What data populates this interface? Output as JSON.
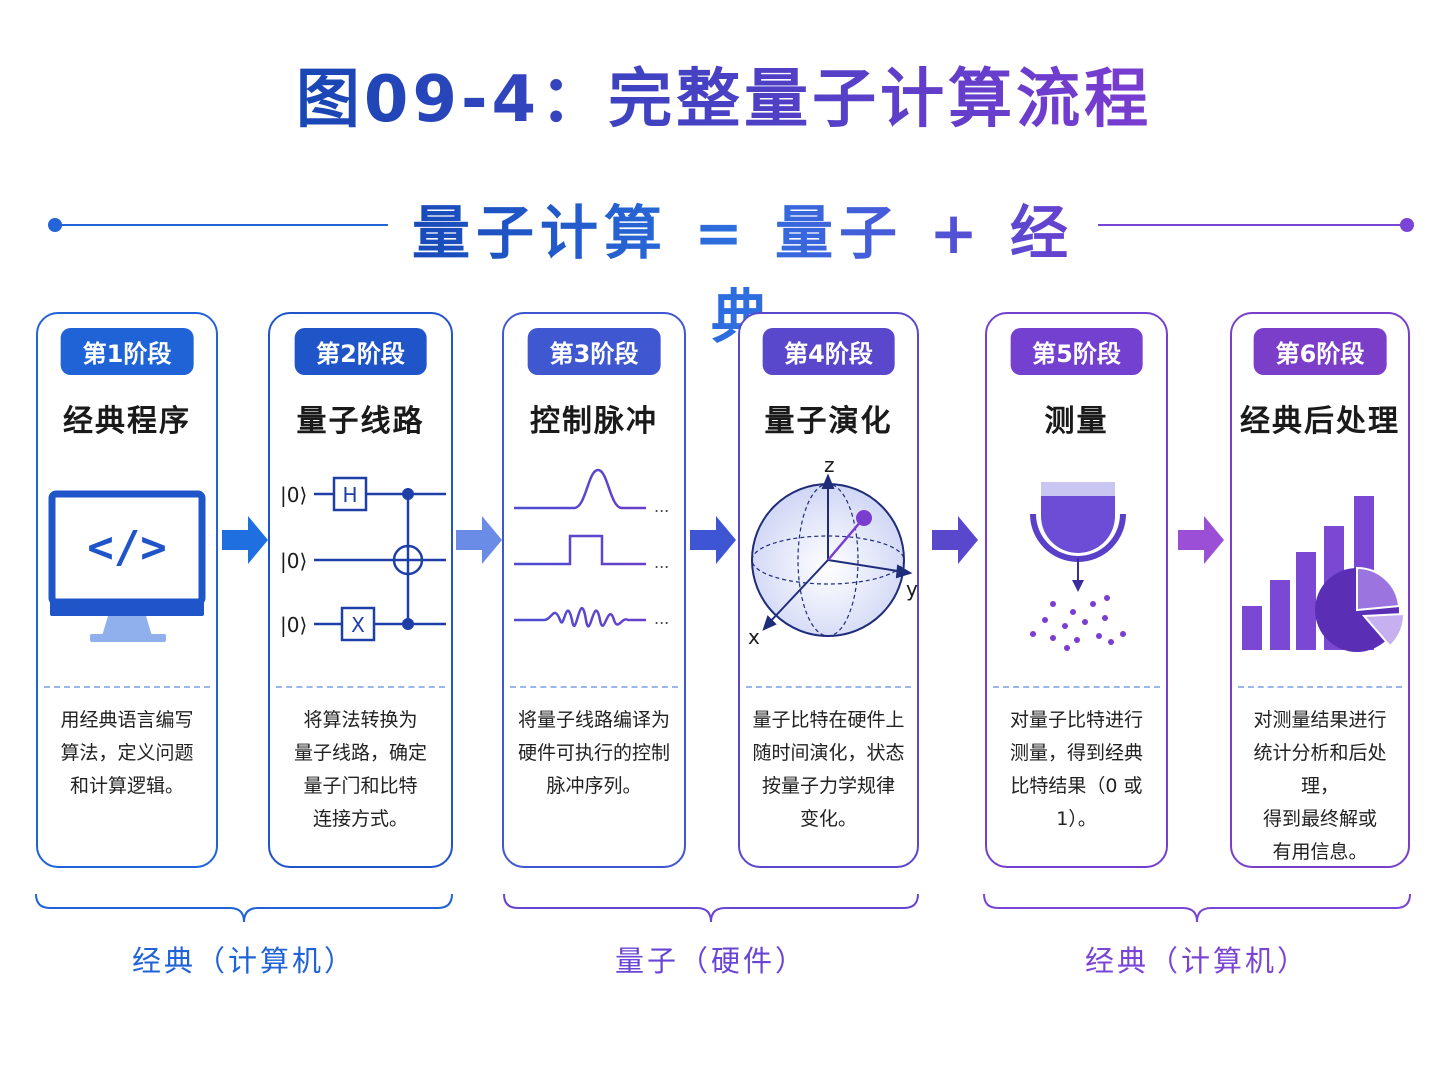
{
  "title": "图09-4：完整量子计算流程",
  "equation": "量子计算 = 量子 + 经典",
  "colors": {
    "stage1": "#1f63d6",
    "stage2": "#1f55c9",
    "stage3": "#3f57d0",
    "stage4": "#5a48cc",
    "stage5": "#7440cf",
    "stage6": "#7a3ec9",
    "classical_group": "#1f63d6",
    "quantum_group": "#7a45d6"
  },
  "stages": [
    {
      "badge": "第1阶段",
      "name": "经典程序",
      "icon": "code-monitor-icon",
      "desc": [
        "用经典语言编写",
        "算法，定义问题",
        "和计算逻辑。"
      ]
    },
    {
      "badge": "第2阶段",
      "name": "量子线路",
      "icon": "quantum-circuit-icon",
      "desc": [
        "将算法转换为",
        "量子线路，确定",
        "量子门和比特",
        "连接方式。"
      ],
      "circuit": {
        "kets": [
          "|0⟩",
          "|0⟩",
          "|0⟩"
        ],
        "gate_h": "H",
        "gate_x": "X"
      }
    },
    {
      "badge": "第3阶段",
      "name": "控制脉冲",
      "icon": "control-pulse-icon",
      "desc": [
        "将量子线路编译为",
        "硬件可执行的控制",
        "脉冲序列。"
      ],
      "ellipsis": "..."
    },
    {
      "badge": "第4阶段",
      "name": "量子演化",
      "icon": "bloch-sphere-icon",
      "desc": [
        "量子比特在硬件上",
        "随时间演化，状态",
        "按量子力学规律",
        "变化。"
      ],
      "axes": {
        "z": "z",
        "y": "y",
        "x": "x"
      }
    },
    {
      "badge": "第5阶段",
      "name": "测量",
      "icon": "measurement-icon",
      "desc": [
        "对量子比特进行",
        "测量，得到经典",
        "比特结果（0 或 1）。"
      ]
    },
    {
      "badge": "第6阶段",
      "name": "经典后处理",
      "icon": "bar-pie-chart-icon",
      "desc": [
        "对测量结果进行",
        "统计分析和后处理，",
        "得到最终解或",
        "有用信息。"
      ]
    }
  ],
  "groups": [
    {
      "label": "经典（计算机）"
    },
    {
      "label": "量子（硬件）"
    },
    {
      "label": "经典（计算机）"
    }
  ]
}
